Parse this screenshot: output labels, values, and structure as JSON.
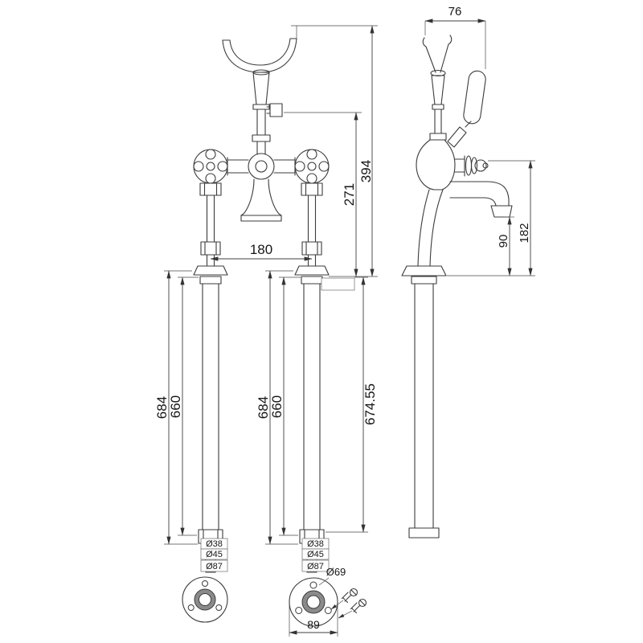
{
  "colors": {
    "background": "#ffffff",
    "line": "#3b3b3b",
    "text": "#161616"
  },
  "drawing": {
    "front": {
      "dim_overall": "394",
      "dim_body": "271",
      "dim_spacing": "180",
      "dim_pipe_total": "674.55",
      "left_pipe": {
        "outer": "684",
        "inner": "660"
      },
      "right_pipe": {
        "outer": "684",
        "inner": "660"
      },
      "left_fitting": {
        "d1": "Ø38",
        "d2": "Ø45",
        "d3": "Ø87"
      },
      "right_fitting": {
        "d1": "Ø38",
        "d2": "Ø45",
        "d3": "Ø87"
      }
    },
    "side": {
      "dim_handle": "76",
      "dim_spout": "182",
      "dim_outlet": "90"
    },
    "detail": {
      "bolt_circle": "Ø69",
      "flange_width": "89"
    }
  }
}
